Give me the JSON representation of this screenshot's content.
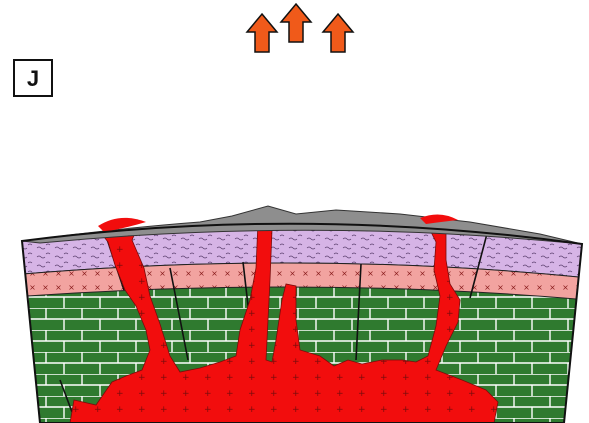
{
  "panel": {
    "label": "J"
  },
  "arrows": {
    "count": 3,
    "direction": "up",
    "meaning_icon": "uplift-arrow-icon"
  },
  "legend_colors": {
    "volcanic_cover": "#8e8e8e",
    "lavender_layer": "#d6b4e6",
    "pink_layer": "#f2a3a0",
    "limestone_green": "#2f7a2f",
    "magma_red": "#f20d0d",
    "arrow_orange": "#f05a1a",
    "outline": "#111111"
  },
  "symbols": {
    "pink_layer_mark": "x",
    "magma_mark": "+",
    "lavender_mark": "wavy-dash"
  }
}
